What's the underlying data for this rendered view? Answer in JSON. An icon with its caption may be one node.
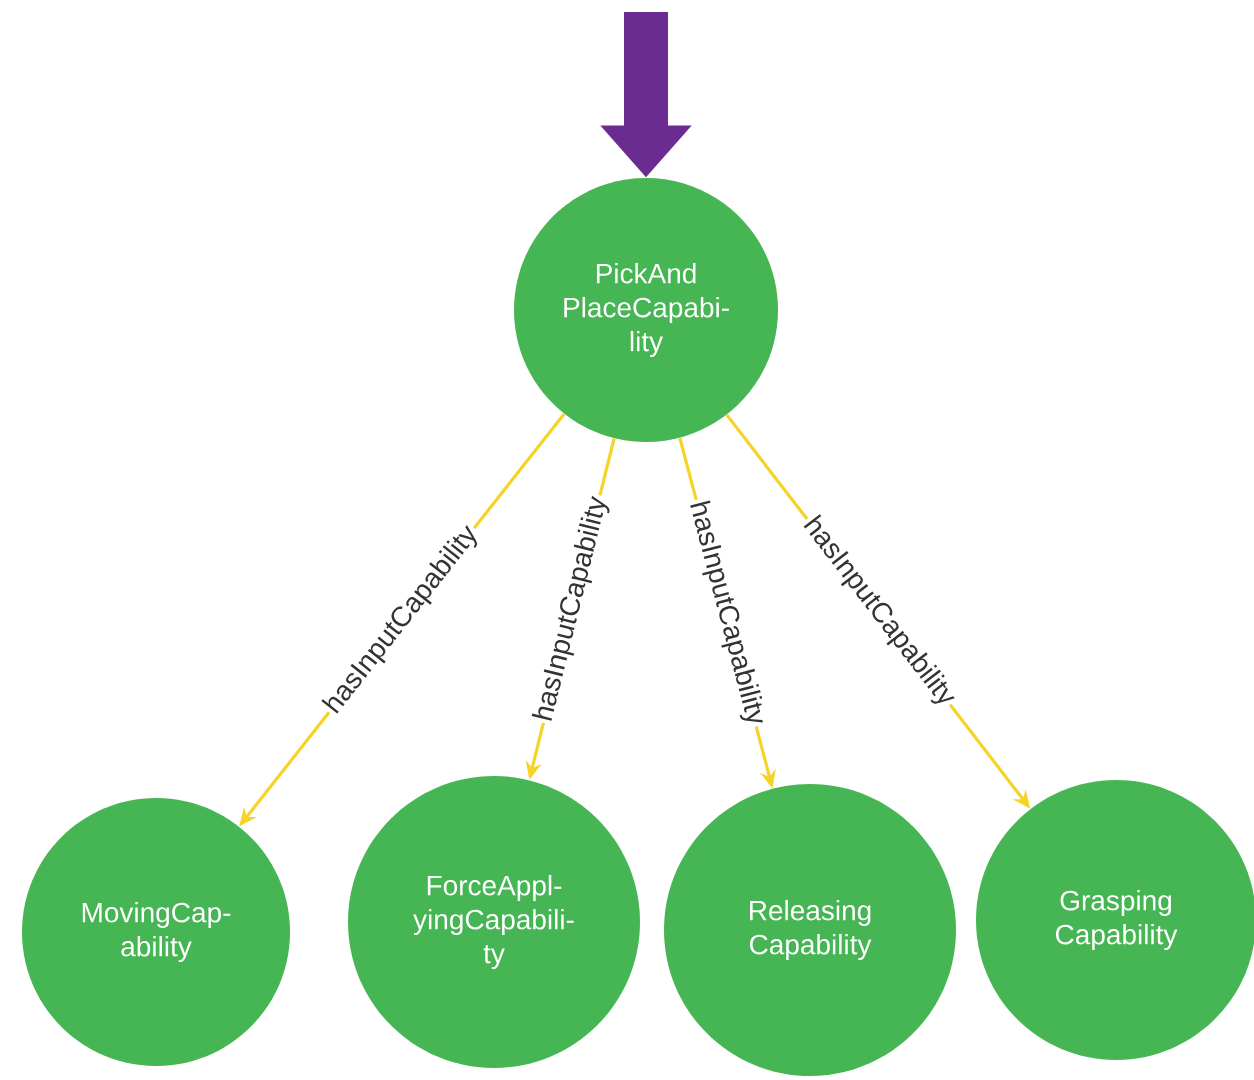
{
  "diagram": {
    "nodes": [
      {
        "text": [
          "PickAnd PlaceCapabi- lity"
        ]
      },
      {
        "text": [
          "MovingCap- ability"
        ]
      },
      {
        "text": [
          "ForceAppl- yingCapabili- ty"
        ]
      },
      {
        "text": [
          "Releasing Capability"
        ]
      },
      {
        "text": [
          "Grasping Capability"
        ]
      }
    ],
    "edges": [
      {
        "from": null,
        "to": 0,
        "arrow": "to",
        "style": "thick",
        "color": "#6a2c91"
      },
      {
        "from": 0,
        "to": 1,
        "arrow": "to",
        "label": "hasInputCapability"
      },
      {
        "from": 0,
        "to": 2,
        "arrow": "to",
        "label": "hasInputCapability"
      },
      {
        "from": 0,
        "to": 3,
        "arrow": "to",
        "label": "hasInputCapability"
      },
      {
        "from": 0,
        "to": 4,
        "arrow": "to",
        "label": "hasInputCapability"
      }
    ]
  }
}
